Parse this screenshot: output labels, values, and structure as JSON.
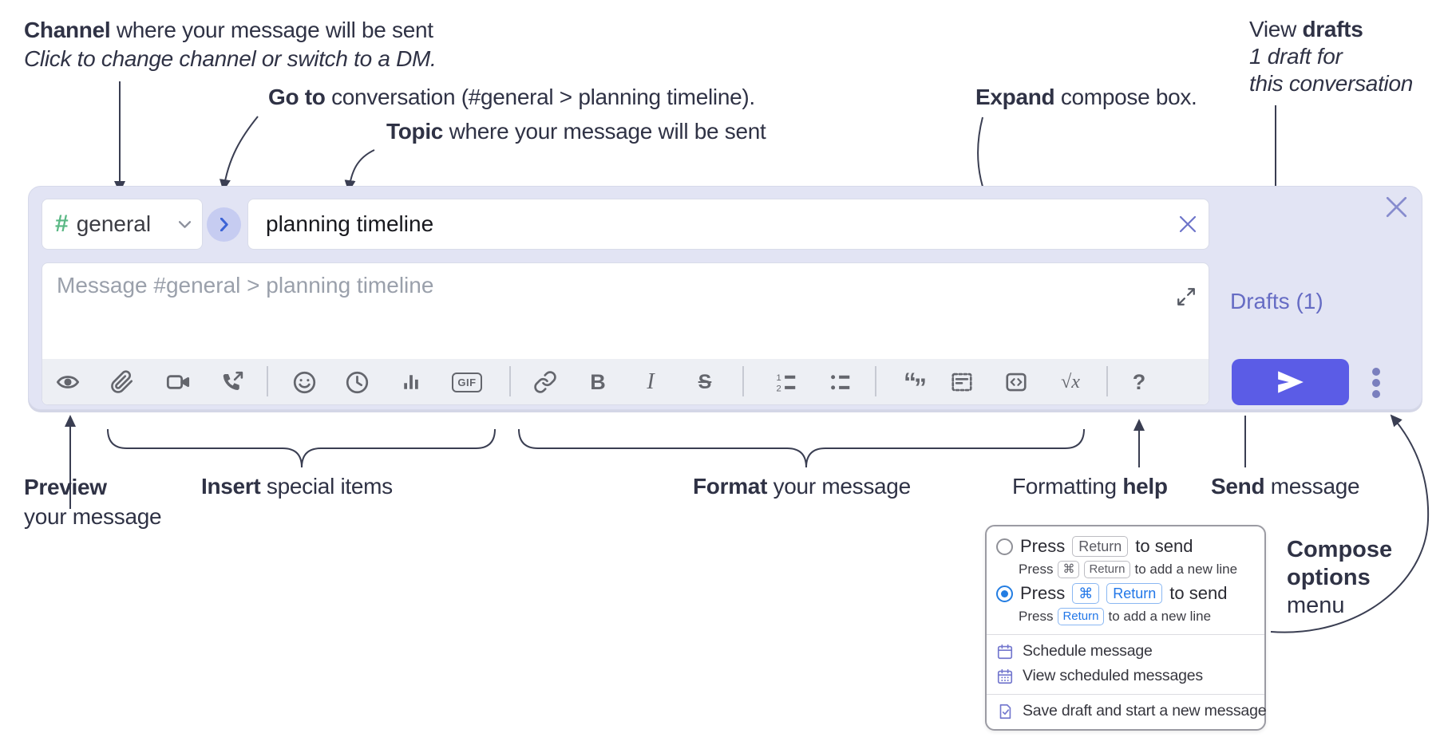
{
  "colors": {
    "accent": "#5b5ce6",
    "surface_lavender": "#e2e4f4",
    "link_purple": "#666cc4",
    "hash_green": "#5bb885",
    "kbd_blue": "#2277e8",
    "icon_gray": "#64666d",
    "annotation_ink": "#2f3245"
  },
  "annotations": {
    "channel": {
      "bold": "Channel",
      "rest": " where your message will be sent",
      "sub": "Click to change channel or switch to a DM."
    },
    "goto": {
      "bold": "Go to",
      "rest": " conversation (#general > planning timeline)."
    },
    "topic": {
      "bold": "Topic",
      "rest": " where your message will be sent"
    },
    "expand": {
      "bold": "Expand",
      "rest": " compose box."
    },
    "drafts": {
      "pre": "View ",
      "bold": "drafts",
      "sub1": "1 draft for",
      "sub2": "this conversation"
    },
    "preview": {
      "bold": "Preview",
      "line2": "your message"
    },
    "insert": {
      "bold": "Insert",
      "rest": " special items"
    },
    "format": {
      "bold": "Format",
      "rest": " your message"
    },
    "help": {
      "pre": "Formatting ",
      "bold": "help"
    },
    "send": {
      "bold": "Send",
      "rest": " message"
    },
    "compose_menu": {
      "line1": "Compose",
      "line2": "options",
      "line3": "menu"
    }
  },
  "compose": {
    "channel_picker": {
      "hash": "#",
      "name": "general"
    },
    "topic_input": {
      "value": "planning timeline"
    },
    "message_input": {
      "placeholder": "Message #general > planning timeline"
    },
    "drafts_link": "Drafts (1)",
    "toolbar_glyphs": {
      "bold": "B",
      "italic": "I",
      "strike": "S",
      "gif": "GIF",
      "quote_open": "“",
      "quote_close": "”",
      "math": "√x",
      "help": "?"
    },
    "toolbar_icons": [
      "preview",
      "attach-file",
      "video-call",
      "voice-call",
      "emoji",
      "time",
      "poll",
      "gif",
      "link",
      "bold",
      "italic",
      "strikethrough",
      "numbered-list",
      "bulleted-list",
      "quote",
      "spoiler",
      "code",
      "math",
      "help"
    ]
  },
  "popup": {
    "option1": {
      "press": "Press",
      "kbd": "Return",
      "after": "to send",
      "sub_press": "Press",
      "sub_kbd1": "⌘",
      "sub_kbd2": "Return",
      "sub_after": "to add a new line"
    },
    "option2": {
      "press": "Press",
      "kbd1": "⌘",
      "kbd2": "Return",
      "after": "to send",
      "sub_press": "Press",
      "sub_kbd": "Return",
      "sub_after": "to add a new line"
    },
    "items": [
      "Schedule message",
      "View scheduled messages",
      "Save draft and start a new message"
    ]
  }
}
